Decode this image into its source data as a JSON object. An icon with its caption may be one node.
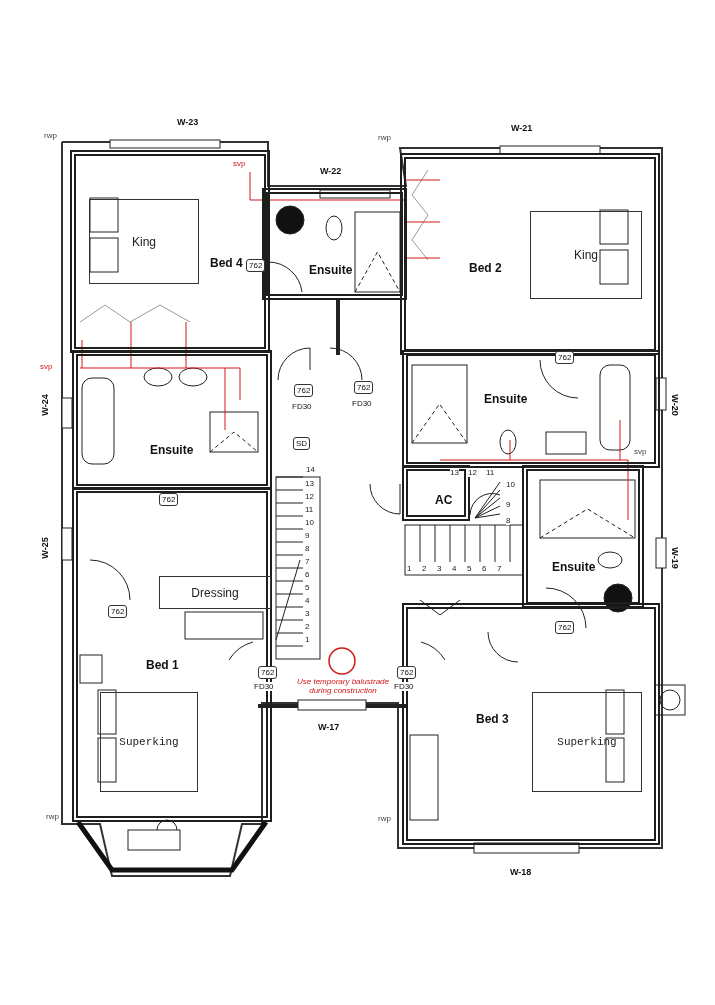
{
  "diagram": {
    "nodes": [
      {
        "text": [
          "Bed 4"
        ]
      },
      {
        "text": [
          "King"
        ],
        "in": 0
      },
      {
        "text": [
          "Ensuite"
        ]
      },
      {
        "text": [
          "Bed 2"
        ]
      },
      {
        "text": [
          "King"
        ],
        "in": 3
      },
      {
        "text": [
          "Ensuite"
        ]
      },
      {
        "text": [
          "Ensuite"
        ]
      },
      {
        "text": [
          "AC"
        ]
      },
      {
        "text": [
          "Ensuite"
        ]
      },
      {
        "text": [
          "Bed 1"
        ]
      },
      {
        "text": [
          "Dressing"
        ],
        "in": 9
      },
      {
        "text": [
          "Superking"
        ],
        "in": 9
      },
      {
        "text": [
          "Bed 3"
        ]
      },
      {
        "text": [
          "Superking"
        ],
        "in": 12
      }
    ],
    "labels": [
      "W-23",
      "W-21",
      "rwp",
      "rwp",
      "svp",
      "W-22",
      "762",
      "svp",
      "W-24",
      "762",
      "FD30",
      "762",
      "FD30",
      "762",
      "W-20",
      "SD",
      "14",
      "13",
      "12",
      "11",
      "10",
      "9",
      "8",
      "7",
      "6",
      "5",
      "4",
      "3",
      "2",
      "1",
      "762",
      "13",
      "12",
      "11",
      "10",
      "9",
      "8",
      "1",
      "2",
      "3",
      "4",
      "5",
      "6",
      "7",
      "svp",
      "W-25",
      "W-19",
      "762",
      "762",
      "762",
      "FD30",
      "Use temporary balustrade during construction",
      "762",
      "FD30",
      "W-17",
      "rwp",
      "rwp",
      "W-18"
    ]
  }
}
